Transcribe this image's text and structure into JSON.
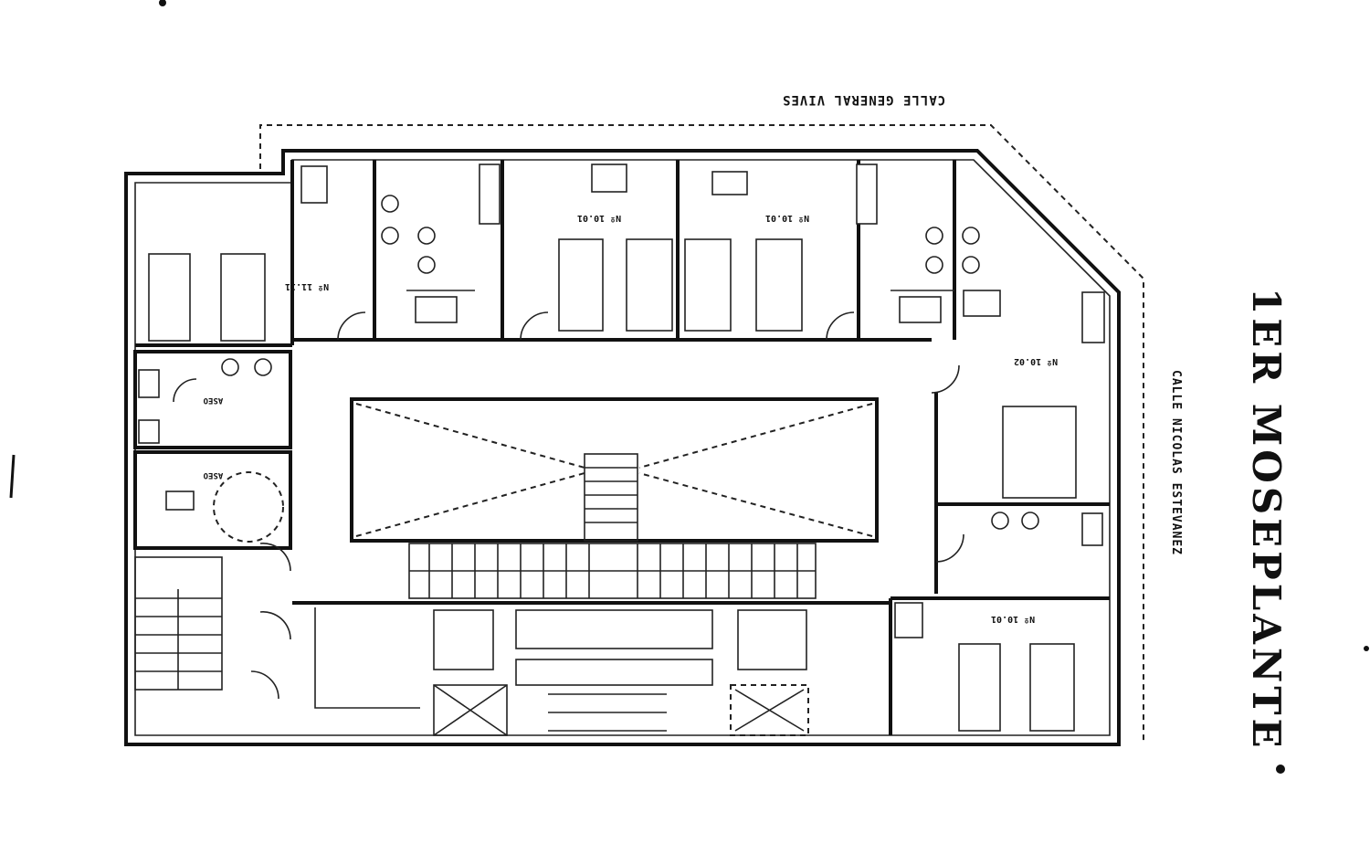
{
  "plan": {
    "title": "1ER MOSEPLANTE",
    "streets": {
      "top": "CALLE GENERAL VIVES",
      "right": "CALLE NICOLAS ESTEVANEZ"
    },
    "rooms": [
      {
        "id": "hab-left-top",
        "label": "Nº 11.11"
      },
      {
        "id": "hab-center-left",
        "label": "Nº 10.01"
      },
      {
        "id": "hab-center-right",
        "label": "Nº 10.01"
      },
      {
        "id": "hab-right-top",
        "label": "Nº 10.02"
      },
      {
        "id": "hab-right-bottom",
        "label": "Nº 10.01"
      },
      {
        "id": "aseo-1",
        "label": "ASEO"
      },
      {
        "id": "aseo-2",
        "label": "ASEO"
      }
    ],
    "colors": {
      "ink": "#111111",
      "paper": "#ffffff"
    }
  }
}
